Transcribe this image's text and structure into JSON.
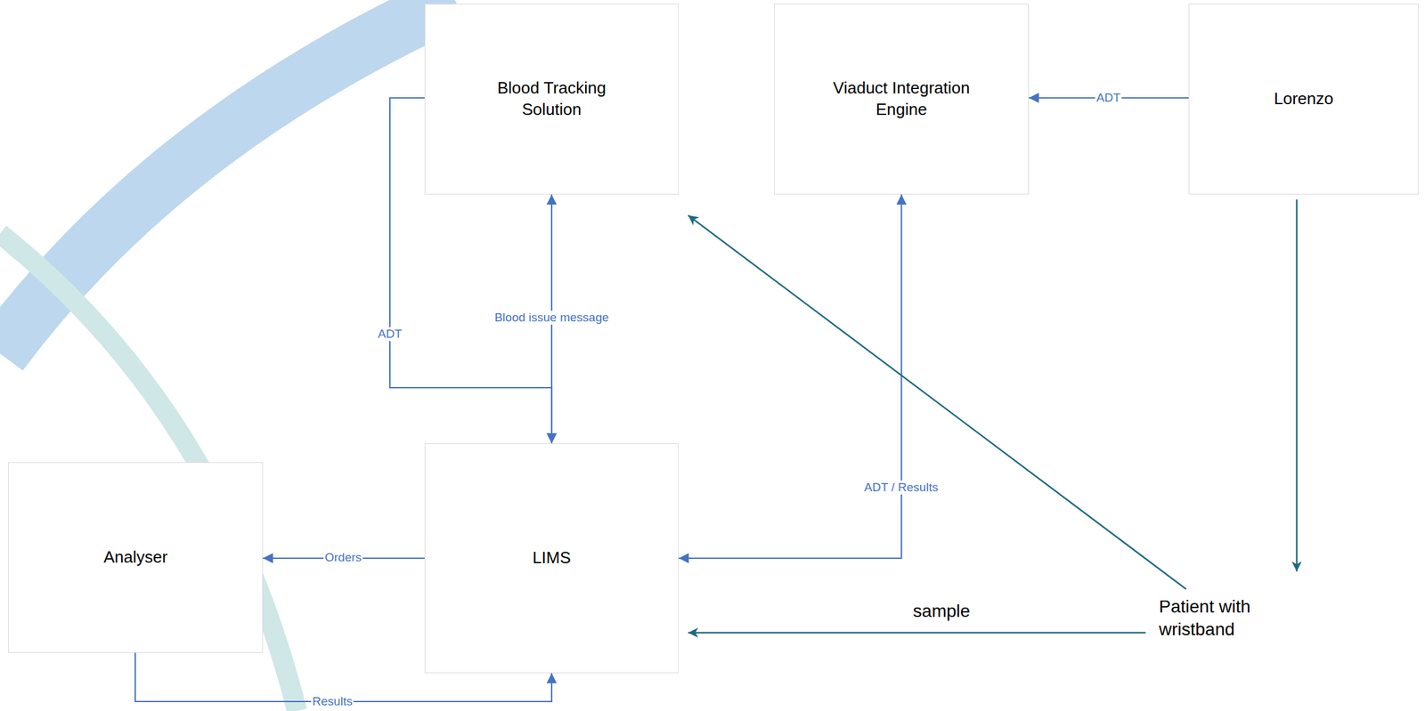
{
  "diagram": {
    "nodes": [
      {
        "text": [
          "Blood Tracking Solution"
        ]
      },
      {
        "text": [
          "Viaduct Integration Engine"
        ]
      },
      {
        "text": [
          "Lorenzo"
        ]
      },
      {
        "text": [
          "Analyser"
        ]
      },
      {
        "text": [
          "LIMS"
        ]
      },
      {
        "text": [
          "Patient with wristband"
        ]
      }
    ],
    "edges": [
      {
        "from": 2,
        "to": 1,
        "label": "ADT",
        "arrow": "to"
      },
      {
        "from": 1,
        "to": 4,
        "label": "ADT / Results",
        "arrow": "both"
      },
      {
        "from": 0,
        "to": 4,
        "label": "Blood issue message",
        "arrow": "both"
      },
      {
        "from": 0,
        "to": 4,
        "label": "ADT",
        "arrow": "to"
      },
      {
        "from": 4,
        "to": 3,
        "label": "Orders",
        "arrow": "to"
      },
      {
        "from": 3,
        "to": 4,
        "label": "Results",
        "arrow": "to"
      },
      {
        "from": 2,
        "to": 5,
        "arrow": "to"
      },
      {
        "from": 5,
        "to": 0,
        "arrow": "to"
      },
      {
        "from": 5,
        "to": 4,
        "label": "sample",
        "arrow": "to"
      }
    ]
  }
}
